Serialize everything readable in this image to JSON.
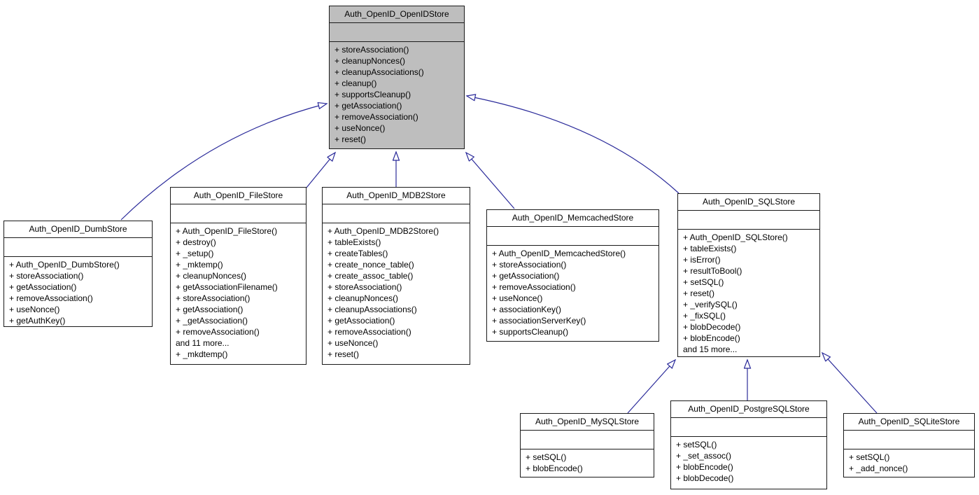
{
  "colors": {
    "edge": "#2a2a9a",
    "border": "#1a1a1a",
    "box_fill": "#ffffff",
    "highlight_fill": "#bebebe",
    "background": "#ffffff"
  },
  "classes": [
    {
      "id": "openidstore",
      "name": "Auth_OpenID_OpenIDStore",
      "highlighted": true,
      "methods": [
        "+ storeAssociation()",
        "+ cleanupNonces()",
        "+ cleanupAssociations()",
        "+ cleanup()",
        "+ supportsCleanup()",
        "+ getAssociation()",
        "+ removeAssociation()",
        "+ useNonce()",
        "+ reset()"
      ]
    },
    {
      "id": "dumbstore",
      "name": "Auth_OpenID_DumbStore",
      "highlighted": false,
      "methods": [
        "+ Auth_OpenID_DumbStore()",
        "+ storeAssociation()",
        "+ getAssociation()",
        "+ removeAssociation()",
        "+ useNonce()",
        "+ getAuthKey()"
      ]
    },
    {
      "id": "filestore",
      "name": "Auth_OpenID_FileStore",
      "highlighted": false,
      "methods": [
        "+ Auth_OpenID_FileStore()",
        "+ destroy()",
        "+ _setup()",
        "+ _mktemp()",
        "+ cleanupNonces()",
        "+ getAssociationFilename()",
        "+ storeAssociation()",
        "+ getAssociation()",
        "+ _getAssociation()",
        "+ removeAssociation()",
        "and 11 more...",
        "+ _mkdtemp()"
      ]
    },
    {
      "id": "mdb2store",
      "name": "Auth_OpenID_MDB2Store",
      "highlighted": false,
      "methods": [
        "+ Auth_OpenID_MDB2Store()",
        "+ tableExists()",
        "+ createTables()",
        "+ create_nonce_table()",
        "+ create_assoc_table()",
        "+ storeAssociation()",
        "+ cleanupNonces()",
        "+ cleanupAssociations()",
        "+ getAssociation()",
        "+ removeAssociation()",
        "+ useNonce()",
        "+ reset()"
      ]
    },
    {
      "id": "memcachedstore",
      "name": "Auth_OpenID_MemcachedStore",
      "highlighted": false,
      "methods": [
        "+ Auth_OpenID_MemcachedStore()",
        "+ storeAssociation()",
        "+ getAssociation()",
        "+ removeAssociation()",
        "+ useNonce()",
        "+ associationKey()",
        "+ associationServerKey()",
        "+ supportsCleanup()"
      ]
    },
    {
      "id": "sqlstore",
      "name": "Auth_OpenID_SQLStore",
      "highlighted": false,
      "methods": [
        "+ Auth_OpenID_SQLStore()",
        "+ tableExists()",
        "+ isError()",
        "+ resultToBool()",
        "+ setSQL()",
        "+ reset()",
        "+ _verifySQL()",
        "+ _fixSQL()",
        "+ blobDecode()",
        "+ blobEncode()",
        "and 15 more..."
      ]
    },
    {
      "id": "mysqlstore",
      "name": "Auth_OpenID_MySQLStore",
      "highlighted": false,
      "methods": [
        "+ setSQL()",
        "+ blobEncode()"
      ]
    },
    {
      "id": "postgresqlstore",
      "name": "Auth_OpenID_PostgreSQLStore",
      "highlighted": false,
      "methods": [
        "+ setSQL()",
        "+ _set_assoc()",
        "+ blobEncode()",
        "+ blobDecode()"
      ]
    },
    {
      "id": "sqlitestore",
      "name": "Auth_OpenID_SQLiteStore",
      "highlighted": false,
      "methods": [
        "+ setSQL()",
        "+ _add_nonce()"
      ]
    }
  ],
  "edges": [
    {
      "child": "dumbstore",
      "parent": "openidstore",
      "relation": "inherits"
    },
    {
      "child": "filestore",
      "parent": "openidstore",
      "relation": "inherits"
    },
    {
      "child": "mdb2store",
      "parent": "openidstore",
      "relation": "inherits"
    },
    {
      "child": "memcachedstore",
      "parent": "openidstore",
      "relation": "inherits"
    },
    {
      "child": "sqlstore",
      "parent": "openidstore",
      "relation": "inherits"
    },
    {
      "child": "mysqlstore",
      "parent": "sqlstore",
      "relation": "inherits"
    },
    {
      "child": "postgresqlstore",
      "parent": "sqlstore",
      "relation": "inherits"
    },
    {
      "child": "sqlitestore",
      "parent": "sqlstore",
      "relation": "inherits"
    }
  ]
}
